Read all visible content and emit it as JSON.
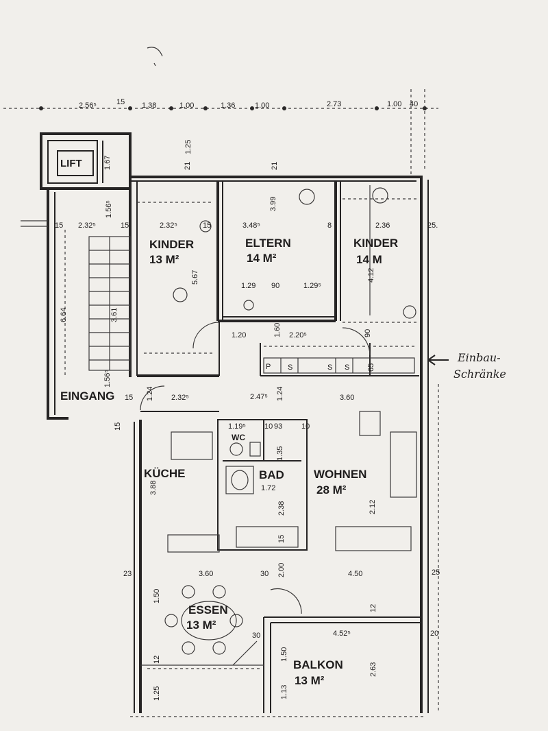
{
  "rooms": {
    "lift": "LIFT",
    "kinder_left": "KINDER",
    "kinder_left_area": "13 M²",
    "eltern": "ELTERN",
    "eltern_area": "14 M²",
    "kinder_right": "KINDER",
    "kinder_right_area": "14 M",
    "eingang": "EINGANG",
    "kueche": "KÜCHE",
    "wc": "WC",
    "bad": "BAD",
    "wohnen": "WOHNEN",
    "wohnen_area": "28 M²",
    "essen": "ESSEN",
    "essen_area": "13 M²",
    "balkon": "BALKON",
    "balkon_area": "13 M²"
  },
  "annotation": {
    "line1": "Einbau-",
    "line2": "Schränke"
  },
  "top_dims": [
    "2.56⁵",
    "15",
    "1.38",
    "1.00",
    "1.36",
    "1.00",
    "2.73",
    "1.00",
    "40"
  ],
  "dims": {
    "d_125_top": "1.25",
    "d_167": "1.67",
    "d_21a": "21",
    "d_21b": "21",
    "d_1565_top": "1.56⁵",
    "d_15_left": "15",
    "d_2325_a": "2.32⁵",
    "d_15_b": "15",
    "d_2325_b": "2.32⁵",
    "d_15_c": "15",
    "d_399": "3.99",
    "d_3485": "3.48⁵",
    "d_8": "8",
    "d_236": "2.36",
    "d_25_right": "25.",
    "d_664": "6.64",
    "d_567": "5.67",
    "d_412": "4.12",
    "d_129": "1.29",
    "d_90": "90",
    "d_1295": "1.29⁵",
    "d_120": "1.20",
    "d_160": "1.60",
    "d_2205": "2.20⁵",
    "d_90b": "90",
    "d_p": "P",
    "d_s1": "S",
    "d_s2": "S",
    "d_s3": "S",
    "d_65": "65",
    "d_1565_bottom": "1.56⁵",
    "d_361": "3.61",
    "d_15_e": "15",
    "d_124": "1.24",
    "d_2325_c": "2.32⁵",
    "d_2475": "2.47⁵",
    "d_124b": "1.24",
    "d_360_top": "3.60",
    "d_15_f": "15",
    "d_1195": "1.19⁵",
    "d_10": "10",
    "d_93": "93",
    "d_10b": "10",
    "d_135": "1.35",
    "d_388": "3.88",
    "d_172": "1.72",
    "d_238": "2.38",
    "d_212": "2.12",
    "d_15_g": "15",
    "d_23": "23",
    "d_360_bottom": "3.60",
    "d_30": "30",
    "d_200": "2.00",
    "d_450": "4.50",
    "d_25_b": "25",
    "d_150": "1.50",
    "d_12a": "12",
    "d_30b": "30",
    "d_4525": "4.52⁵",
    "d_20": "20",
    "d_150b": "1.50",
    "d_263": "2.63",
    "d_12b": "12",
    "d_125_bottom": "1.25",
    "d_113": "1.13"
  }
}
